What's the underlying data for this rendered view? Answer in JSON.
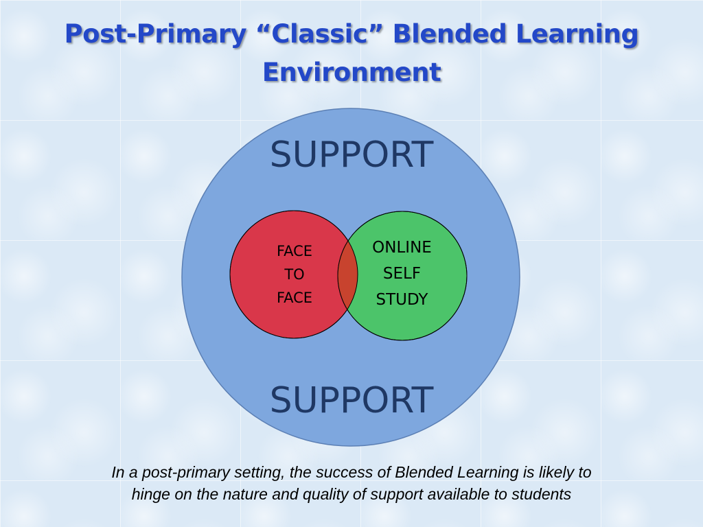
{
  "title": {
    "line1": "Post-Primary “Classic” Blended Learning",
    "line2": "Environment"
  },
  "diagram": {
    "support_top": "SUPPORT",
    "support_bottom": "SUPPORT",
    "face_to_face": [
      "FACE",
      "TO",
      "FACE"
    ],
    "online_self_study": [
      "ONLINE",
      "SELF",
      "STUDY"
    ]
  },
  "colors": {
    "title": "#2348c8",
    "outer_circle": "#7ea7de",
    "face_circle": "#d9374a",
    "online_circle": "#4cc46a",
    "overlap": "#c8432e",
    "support_text": "#1f3864"
  },
  "caption": {
    "line1": "In a post-primary setting, the success of Blended Learning is likely to",
    "line2": "hinge on the nature and quality of support available to students"
  }
}
